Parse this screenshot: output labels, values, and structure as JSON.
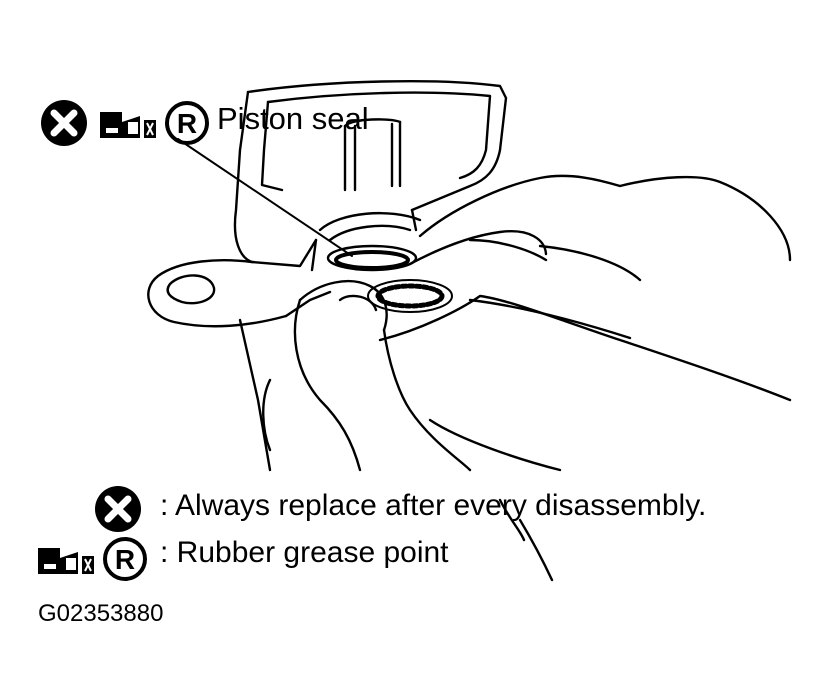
{
  "callout": {
    "label": "Piston seal"
  },
  "legend": [
    {
      "icons": [
        "replace-icon"
      ],
      "text": ": Always replace after every disassembly."
    },
    {
      "icons": [
        "grease-gun-icon",
        "r-circle-icon"
      ],
      "text": ": Rubber grease point"
    }
  ],
  "figure_id": "G02353880"
}
